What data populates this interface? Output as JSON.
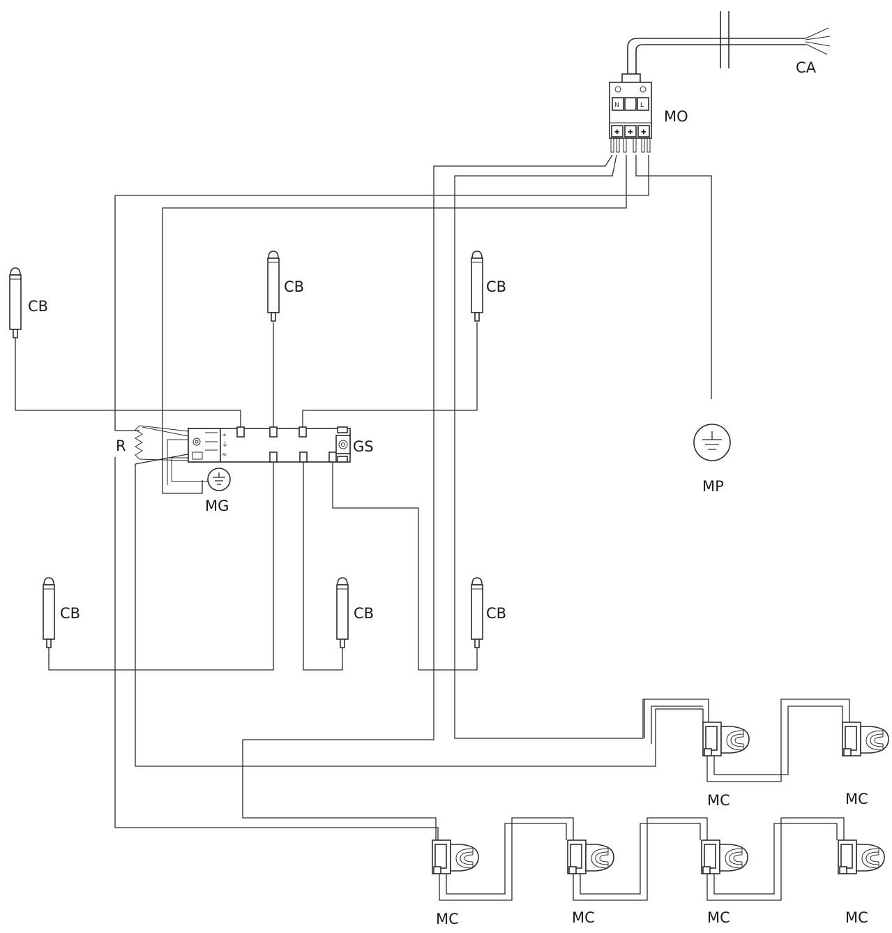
{
  "labels": {
    "ca": "CA",
    "mo": "MO",
    "mp": "MP",
    "mg": "MG",
    "gs": "GS",
    "r": "R",
    "cb": "CB",
    "mc": "MC"
  },
  "terminal_marks": {
    "n": "N",
    "l": "L"
  },
  "counts": {
    "cb_probes": 6,
    "mc_burners": 6
  }
}
